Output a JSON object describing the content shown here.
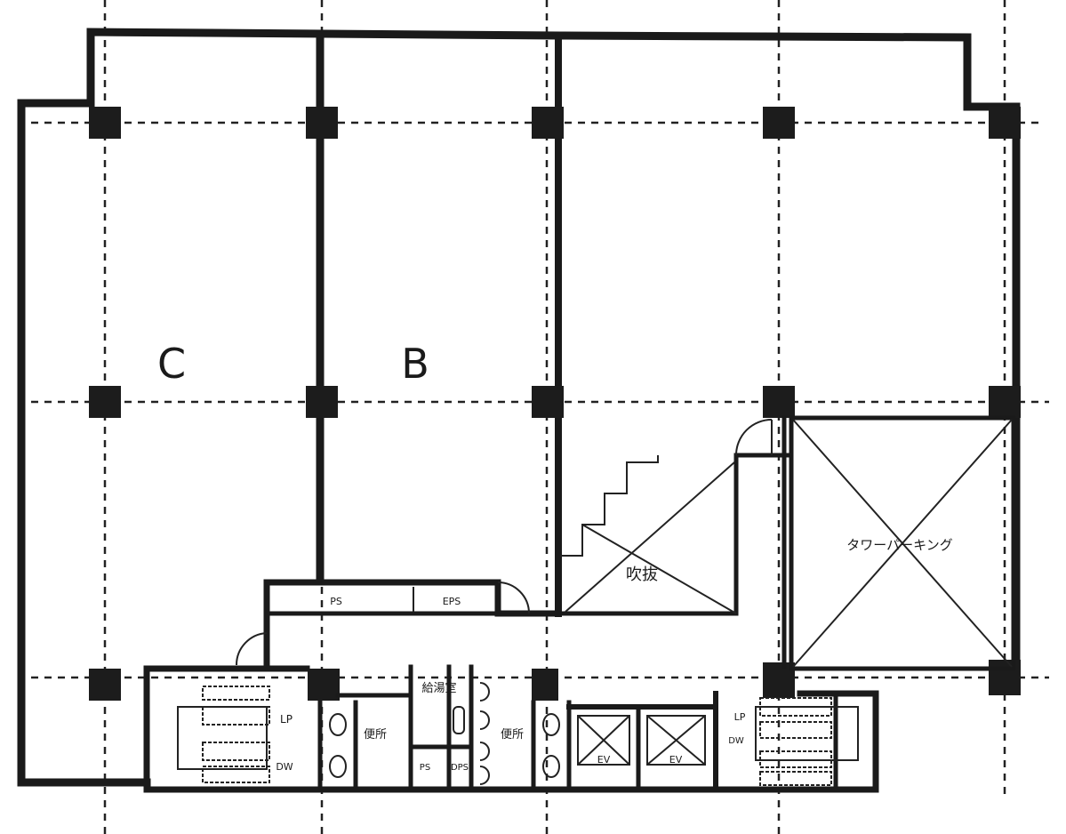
{
  "rooms": {
    "c": "C",
    "b": "B",
    "void": "吹抜",
    "tower_parking": "タワーパーキング",
    "ps_top": "PS",
    "eps": "EPS",
    "lp_left": "LP",
    "dw_left": "DW",
    "kitchenette": "給湯室",
    "toilet_1": "便所",
    "toilet_2": "便所",
    "ps_core": "PS",
    "dps": "DPS",
    "ev_1": "EV",
    "ev_2": "EV",
    "lp_right": "LP",
    "dw_right": "DW"
  }
}
